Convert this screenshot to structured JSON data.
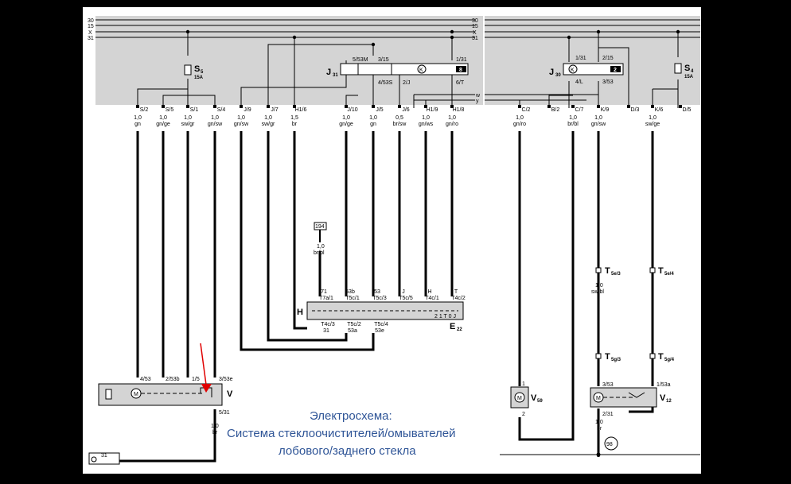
{
  "caption": {
    "title": "Электросхема:",
    "line1": "Система  стеклоочистителей/омывателей",
    "line2": "лобового/заднего  стекла"
  },
  "rails_left": [
    "30",
    "15",
    "X",
    "31"
  ],
  "rails_right": [
    "30",
    "15",
    "X",
    "31"
  ],
  "rails_wy": [
    "w",
    "y"
  ],
  "fuses": {
    "s5": {
      "letter": "S",
      "num": "5",
      "amp": "15A"
    },
    "s4": {
      "letter": "S",
      "num": "4",
      "amp": "15A"
    }
  },
  "relays": {
    "j31": {
      "letter": "J",
      "num": "31",
      "k": "K",
      "box": "8",
      "pins": [
        "5/53M",
        "3/15",
        "4/53S",
        "2/J",
        "1/31",
        "6/T"
      ]
    },
    "j30": {
      "letter": "J",
      "num": "30",
      "k": "K",
      "box": "2",
      "pins": [
        "1/31",
        "2/15",
        "4/L",
        "3/53"
      ]
    }
  },
  "connectors_left": [
    {
      "pin": "S/2",
      "gauge": "1,0",
      "color": "gn"
    },
    {
      "pin": "S/5",
      "gauge": "1,0",
      "color": "gn/ge"
    },
    {
      "pin": "S/1",
      "gauge": "1,0",
      "color": "sw/gr"
    },
    {
      "pin": "S/4",
      "gauge": "1,0",
      "color": "gn/sw"
    },
    {
      "pin": "J/9",
      "gauge": "1,0",
      "color": "gn/sw"
    },
    {
      "pin": "J/7",
      "gauge": "1,0",
      "color": "sw/gr"
    },
    {
      "pin": "H1/6",
      "gauge": "1,5",
      "color": "br"
    },
    {
      "pin": "J/10",
      "gauge": "1,0",
      "color": "gn/ge"
    },
    {
      "pin": "J/5",
      "gauge": "1,0",
      "color": "gn"
    },
    {
      "pin": "J/6",
      "gauge": "0,5",
      "color": "br/sw"
    },
    {
      "pin": "H1/9",
      "gauge": "1,0",
      "color": "gn/ws"
    },
    {
      "pin": "H1/8",
      "gauge": "1,0",
      "color": "gn/ro"
    }
  ],
  "connectors_right": [
    {
      "pin": "C/2",
      "gauge": "1,0",
      "color": "gn/ro"
    },
    {
      "pin": "B/2",
      "gauge": "",
      "color": ""
    },
    {
      "pin": "C/7",
      "gauge": "1,0",
      "color": "br/bl"
    },
    {
      "pin": "K/9",
      "gauge": "1,0",
      "color": "gn/sw"
    },
    {
      "pin": "D/3",
      "gauge": "",
      "color": ""
    },
    {
      "pin": "K/6",
      "gauge": "1,0",
      "color": "sw/ge"
    },
    {
      "pin": "D/5",
      "gauge": "",
      "color": ""
    }
  ],
  "switch_e22": {
    "ref": "194",
    "ref_gauge": "1,0",
    "ref_color": "br/bl",
    "h_label": "H",
    "name": "E",
    "num": "22",
    "top_pins": [
      {
        "a": "71",
        "b": "T7a/1"
      },
      {
        "a": "53b",
        "b": "T5c/1"
      },
      {
        "a": "53",
        "b": "T5c/3"
      },
      {
        "a": "J",
        "b": "T5c/5"
      },
      {
        "a": "H",
        "b": "T4c/1"
      },
      {
        "a": "T",
        "b": "T4c/2"
      }
    ],
    "bottom_pins": [
      {
        "a": "T4c/3",
        "b": "31"
      },
      {
        "a": "T5c/2",
        "b": "53a"
      },
      {
        "a": "T5c/4",
        "b": "53e"
      }
    ],
    "positions": "2 1 T 0 J"
  },
  "motor_v": {
    "name": "V",
    "pins": [
      "4/53",
      "2/53b",
      "1/5",
      "3/53e",
      "5/31"
    ],
    "gnd_gauge": "1,0",
    "gnd_color": "br",
    "ground": "31"
  },
  "motor_v59": {
    "letter": "V",
    "num": "59",
    "pins": [
      "1",
      "2"
    ]
  },
  "motor_v12": {
    "letter": "V",
    "num": "12",
    "pins": [
      "3/53",
      "1/53a",
      "2/31"
    ],
    "gnd_gauge": "1,0",
    "gnd_color": "br",
    "ground_ref": "98"
  },
  "connectors_mid": {
    "t5e3": {
      "letter": "T",
      "sub": "5e/3"
    },
    "t5e4": {
      "letter": "T",
      "sub": "5e/4"
    },
    "t5g3": {
      "letter": "T",
      "sub": "5g/3"
    },
    "t5g4": {
      "letter": "T",
      "sub": "5g/4"
    },
    "mid_gauge": "1,0",
    "mid_color": "sw/bl"
  },
  "colors": {
    "panel": "#d4d4d4",
    "wire": "#000000",
    "arrow": "#e00000",
    "caption": "#2f5597"
  }
}
